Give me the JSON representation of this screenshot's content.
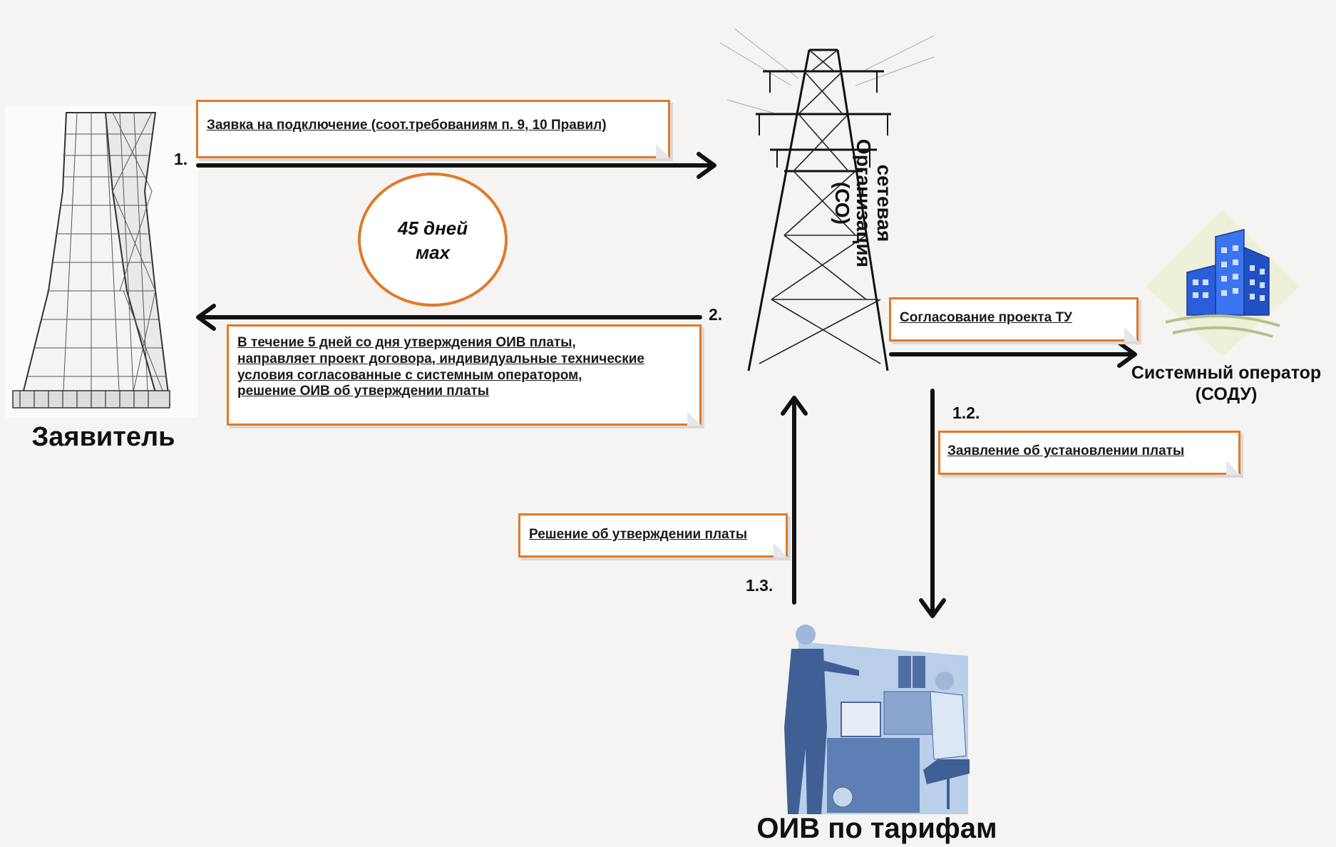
{
  "entities": {
    "applicant": "Заявитель",
    "network_org_line1": "сетевая",
    "network_org_line2": "Организация",
    "network_org_line3": "(СО)",
    "system_operator_line1": "Системный оператор",
    "system_operator_line2": "(СОДУ)",
    "tariff_body": "ОИВ по тарифам"
  },
  "steps": {
    "s1": "1.",
    "s2": "2.",
    "s12": "1.2.",
    "s13": "1.3."
  },
  "notes": {
    "n1": "Заявка на подключение (соот.требованиям п. 9, 10 Правил)",
    "n2_line1": "В течение 5 дней со дня утверждения ОИВ платы,",
    "n2_line2": "направляет проект договора, индивидуальные технические",
    "n2_line3": "условия  согласованные с системным оператором,",
    "n2_line4": "решение ОИВ об утверждении платы",
    "n3": "Согласование проекта ТУ",
    "n4": "Заявление об установлении платы",
    "n5": "Решение об утверждении  платы"
  },
  "deadline": {
    "line1": "45 дней",
    "line2": "мах"
  },
  "colors": {
    "accent": "#e07a2a",
    "arrow": "#111111",
    "building": "#2b5fd9"
  },
  "icons": [
    "cooling-tower-icon",
    "power-pylon-icon",
    "office-buildings-icon",
    "office-workers-icon"
  ]
}
